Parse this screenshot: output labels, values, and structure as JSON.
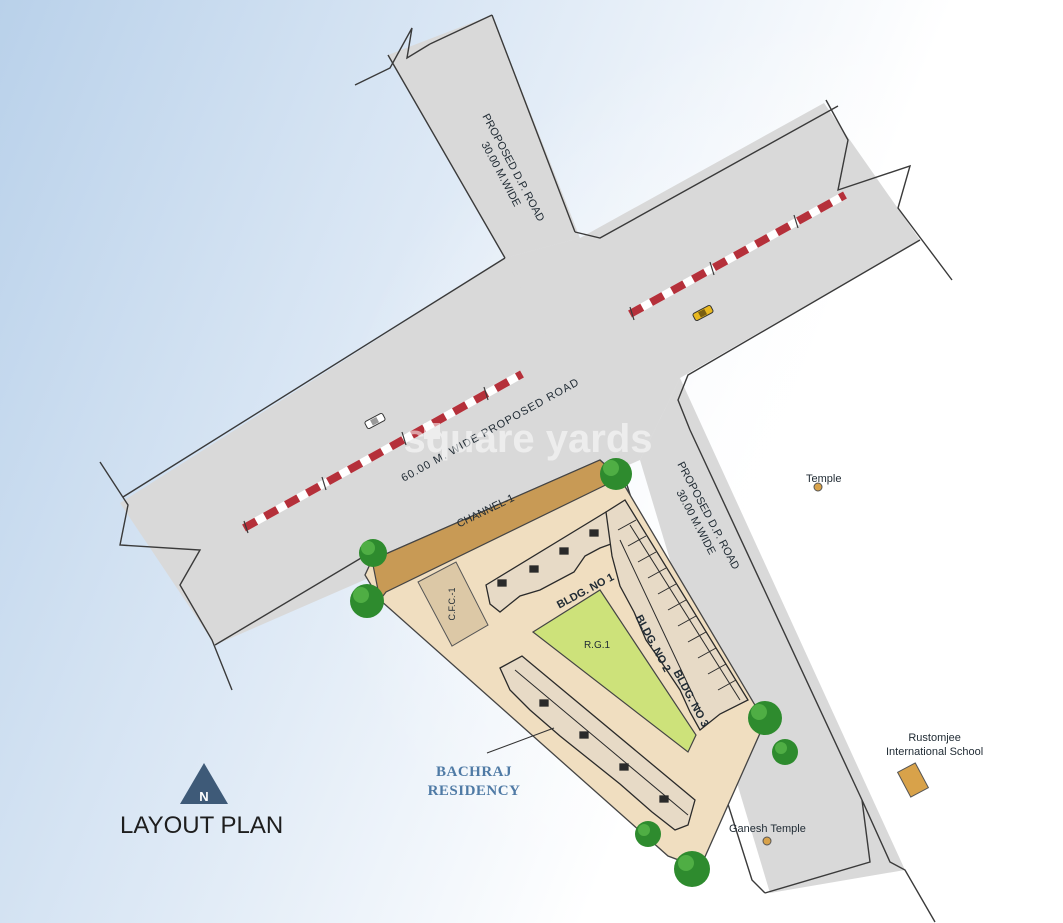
{
  "map": {
    "title": "LAYOUT PLAN",
    "north_marker": "N",
    "watermark": "square yards",
    "colors": {
      "background_left": "#bcd3ea",
      "background_right": "#ffffff",
      "road": "#d9d9d9",
      "road_edge": "#3a3a3a",
      "median_red": "#b5303a",
      "site": "#f0dec0",
      "channel": "#c89a55",
      "building": "#e7dac6",
      "garden": "#cde27a",
      "tree": "#2e8b2e",
      "north_marker": "#3e5a78"
    }
  },
  "roads": {
    "north_road": [
      "PROPOSED D.P. ROAD",
      "30.00 M.WIDE"
    ],
    "main_road": "60.00  M. WIDE PROPOSED  ROAD",
    "east_road": [
      "PROPOSED D.P. ROAD",
      "30.00 M.WIDE"
    ]
  },
  "site": {
    "project_name": [
      "BACHRAJ",
      "RESIDENCY"
    ],
    "channel": "CHANNEL-1",
    "cfc": "C.F.C.-1",
    "garden": "R.G.1",
    "buildings": [
      "BLDG. NO 1",
      "BLDG. NO 2",
      "BLDG. NO 3"
    ]
  },
  "landmarks": {
    "temple": "Temple",
    "school": [
      "Rustomjee",
      "International School"
    ],
    "ganesh_temple": "Ganesh Temple"
  }
}
